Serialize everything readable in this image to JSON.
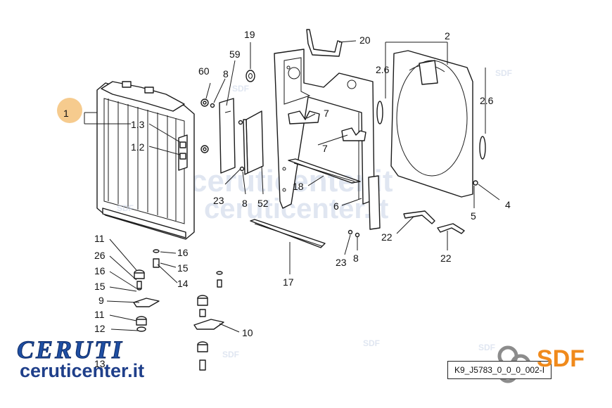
{
  "diagram": {
    "labels": [
      {
        "id": "1",
        "text": "1"
      },
      {
        "id": "1.3",
        "text": "1.3"
      },
      {
        "id": "1.2",
        "text": "1.2"
      },
      {
        "id": "60",
        "text": "60"
      },
      {
        "id": "8a",
        "text": "8"
      },
      {
        "id": "59",
        "text": "59"
      },
      {
        "id": "19",
        "text": "19"
      },
      {
        "id": "20",
        "text": "20"
      },
      {
        "id": "2",
        "text": "2"
      },
      {
        "id": "2.6a",
        "text": "2.6"
      },
      {
        "id": "2.6b",
        "text": "2.6"
      },
      {
        "id": "7a",
        "text": "7"
      },
      {
        "id": "7b",
        "text": "7"
      },
      {
        "id": "18",
        "text": "18"
      },
      {
        "id": "23a",
        "text": "23"
      },
      {
        "id": "8b",
        "text": "8"
      },
      {
        "id": "52",
        "text": "52"
      },
      {
        "id": "6",
        "text": "6"
      },
      {
        "id": "4",
        "text": "4"
      },
      {
        "id": "5",
        "text": "5"
      },
      {
        "id": "22a",
        "text": "22"
      },
      {
        "id": "22b",
        "text": "22"
      },
      {
        "id": "23b",
        "text": "23"
      },
      {
        "id": "8c",
        "text": "8"
      },
      {
        "id": "17",
        "text": "17"
      },
      {
        "id": "11a",
        "text": "11"
      },
      {
        "id": "26",
        "text": "26"
      },
      {
        "id": "16a",
        "text": "16"
      },
      {
        "id": "15a",
        "text": "15"
      },
      {
        "id": "9",
        "text": "9"
      },
      {
        "id": "11b",
        "text": "11"
      },
      {
        "id": "12",
        "text": "12"
      },
      {
        "id": "13",
        "text": "13"
      },
      {
        "id": "16b",
        "text": "16"
      },
      {
        "id": "15b",
        "text": "15"
      },
      {
        "id": "14",
        "text": "14"
      },
      {
        "id": "10",
        "text": "10"
      }
    ],
    "highlight_color": "#f5c27a"
  },
  "watermarks": {
    "main": "ceruticenter.it",
    "small": "SDF"
  },
  "reference_code": "K9_J5783_0_0_0_002-I",
  "branding": {
    "ceruti": "CERUTI",
    "url": "ceruticenter.it",
    "sdf": "SDF",
    "ceruti_color": "#1f4fa3",
    "sdf_color": "#f08a1c"
  }
}
